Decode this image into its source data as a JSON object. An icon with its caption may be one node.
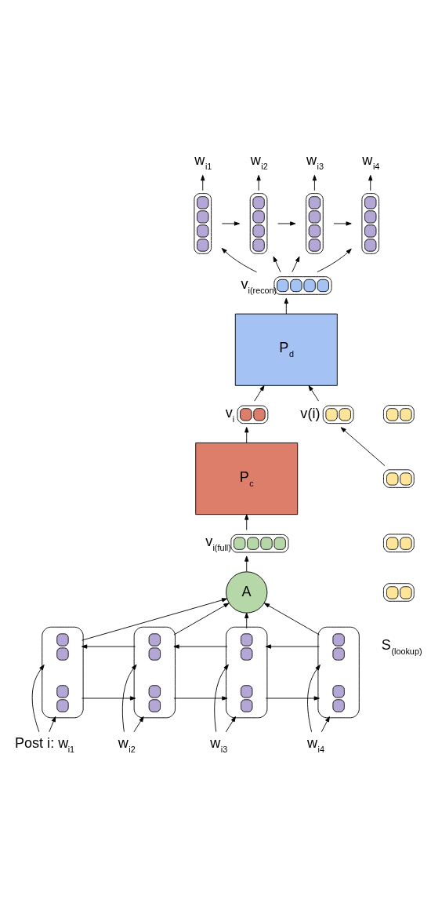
{
  "diagram": {
    "nodes": [
      {
        "text": [
          "w$_{i1}$"
        ]
      },
      {
        "text": [
          "w$_{i2}$"
        ]
      },
      {
        "text": [
          "w$_{i3}$"
        ]
      },
      {
        "text": [
          "w$_{i4}$"
        ]
      },
      {
        "text": [],
        "shape": "box"
      },
      {
        "text": [],
        "shape": "box"
      },
      {
        "text": [],
        "shape": "box"
      },
      {
        "text": [],
        "shape": "box"
      },
      {
        "text": [],
        "shape": "box",
        "beside": [
          "v$_{i(recon)}$"
        ]
      },
      {
        "text": [
          "P$_{d}$"
        ]
      },
      {
        "text": [],
        "shape": "box",
        "beside": [
          "v$_{i}$"
        ]
      },
      {
        "text": [],
        "shape": "box",
        "beside": [
          "v(i)"
        ]
      },
      {
        "text": [
          "P$_{c}$"
        ]
      },
      {
        "text": [],
        "shape": "box"
      },
      {
        "text": [],
        "shape": "box"
      },
      {
        "text": [],
        "shape": "box"
      },
      {
        "text": [],
        "shape": "box"
      },
      {
        "text": [],
        "shape": "box",
        "beside": [
          "v$_{i(full)}$"
        ]
      },
      {
        "text": [
          "A"
        ]
      },
      {
        "text": [],
        "shape": "box"
      },
      {
        "text": [],
        "shape": "box",
        "in": 19
      },
      {
        "text": [],
        "shape": "box",
        "in": 19
      },
      {
        "text": [],
        "shape": "box"
      },
      {
        "text": [],
        "shape": "box",
        "in": 22
      },
      {
        "text": [],
        "shape": "box",
        "in": 22
      },
      {
        "text": [],
        "shape": "box"
      },
      {
        "text": [],
        "shape": "box",
        "in": 25
      },
      {
        "text": [],
        "shape": "box",
        "in": 25
      },
      {
        "text": [],
        "shape": "box"
      },
      {
        "text": [],
        "shape": "box",
        "in": 28
      },
      {
        "text": [],
        "shape": "box",
        "in": 28
      },
      {
        "text": [
          "Post i: w$_{i1}$"
        ]
      },
      {
        "text": [
          "w$_{i2}$"
        ]
      },
      {
        "text": [
          "w$_{i3}$"
        ]
      },
      {
        "text": [
          "w$_{i4}$"
        ]
      }
    ],
    "edges": [
      {
        "from": 4,
        "to": 0,
        "arrow": "to"
      },
      {
        "from": 5,
        "to": 1,
        "arrow": "to"
      },
      {
        "from": 6,
        "to": 2,
        "arrow": "to"
      },
      {
        "from": 7,
        "to": 3,
        "arrow": "to"
      },
      {
        "from": 4,
        "to": 5,
        "arrow": "to"
      },
      {
        "from": 5,
        "to": 6,
        "arrow": "to"
      },
      {
        "from": 6,
        "to": 7,
        "arrow": "to"
      },
      {
        "from": 8,
        "to": 4,
        "arrow": "to"
      },
      {
        "from": 8,
        "to": 5,
        "arrow": "to"
      },
      {
        "from": 8,
        "to": 6,
        "arrow": "to"
      },
      {
        "from": 8,
        "to": 7,
        "arrow": "to"
      },
      {
        "from": 9,
        "to": 8,
        "arrow": "to"
      },
      {
        "from": 10,
        "to": 9,
        "arrow": "to"
      },
      {
        "from": 11,
        "to": 9,
        "arrow": "to"
      },
      {
        "from": 12,
        "to": 10,
        "arrow": "to"
      },
      {
        "from": 14,
        "to": 11,
        "arrow": "to"
      },
      {
        "from": 17,
        "to": 12,
        "arrow": "to"
      },
      {
        "from": 18,
        "to": 17,
        "arrow": "to"
      },
      {
        "from": 20,
        "to": 18,
        "arrow": "to"
      },
      {
        "from": 23,
        "to": 18,
        "arrow": "to"
      },
      {
        "from": 26,
        "to": 18,
        "arrow": "to"
      },
      {
        "from": 29,
        "to": 18,
        "arrow": "to"
      },
      {
        "from": 23,
        "to": 20,
        "arrow": "to"
      },
      {
        "from": 26,
        "to": 23,
        "arrow": "to"
      },
      {
        "from": 29,
        "to": 26,
        "arrow": "to"
      },
      {
        "from": 21,
        "to": 24,
        "arrow": "to"
      },
      {
        "from": 24,
        "to": 27,
        "arrow": "to"
      },
      {
        "from": 27,
        "to": 30,
        "arrow": "to"
      },
      {
        "from": 31,
        "to": 21,
        "arrow": "to"
      },
      {
        "from": 31,
        "to": 20,
        "arrow": "to"
      },
      {
        "from": 32,
        "to": 24,
        "arrow": "to"
      },
      {
        "from": 32,
        "to": 23,
        "arrow": "to"
      },
      {
        "from": 33,
        "to": 27,
        "arrow": "to"
      },
      {
        "from": 33,
        "to": 26,
        "arrow": "to"
      },
      {
        "from": 34,
        "to": 30,
        "arrow": "to"
      },
      {
        "from": 34,
        "to": 29,
        "arrow": "to"
      }
    ],
    "labels": [
      "S$_{(lookup)}$"
    ]
  }
}
